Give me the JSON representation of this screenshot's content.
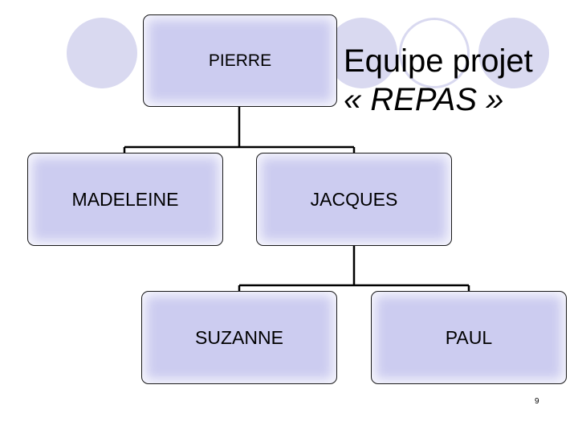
{
  "slide": {
    "title_line1": "Equipe projet",
    "title_line2": "« REPAS »",
    "page_number": "9"
  },
  "org_chart": {
    "nodes": [
      {
        "id": "pierre",
        "label": "PIERRE"
      },
      {
        "id": "madeleine",
        "label": "MADELEINE"
      },
      {
        "id": "jacques",
        "label": "JACQUES"
      },
      {
        "id": "suzanne",
        "label": "SUZANNE"
      },
      {
        "id": "paul",
        "label": "PAUL"
      }
    ],
    "links": [
      {
        "from": "pierre",
        "to": "madeleine"
      },
      {
        "from": "pierre",
        "to": "jacques"
      },
      {
        "from": "jacques",
        "to": "suzanne"
      },
      {
        "from": "jacques",
        "to": "paul"
      }
    ]
  },
  "colors": {
    "node_fill": "#ccccf0",
    "decor_circles": "#d9d9f0"
  }
}
